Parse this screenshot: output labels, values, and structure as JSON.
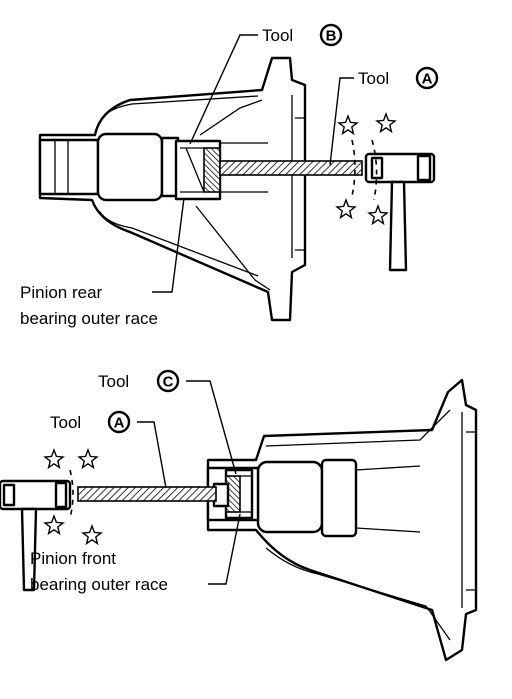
{
  "labels": {
    "top_tool_b": "Tool",
    "top_tool_b_letter": "B",
    "top_tool_a": "Tool",
    "top_tool_a_letter": "A",
    "pinion_rear_line1": "Pinion rear",
    "pinion_rear_line2": "bearing outer race",
    "bottom_tool_c": "Tool",
    "bottom_tool_c_letter": "C",
    "bottom_tool_a": "Tool",
    "bottom_tool_a_letter": "A",
    "pinion_front_line1": "Pinion front",
    "pinion_front_line2": "bearing outer race"
  },
  "colors": {
    "ink": "#000000",
    "paper": "#ffffff"
  }
}
